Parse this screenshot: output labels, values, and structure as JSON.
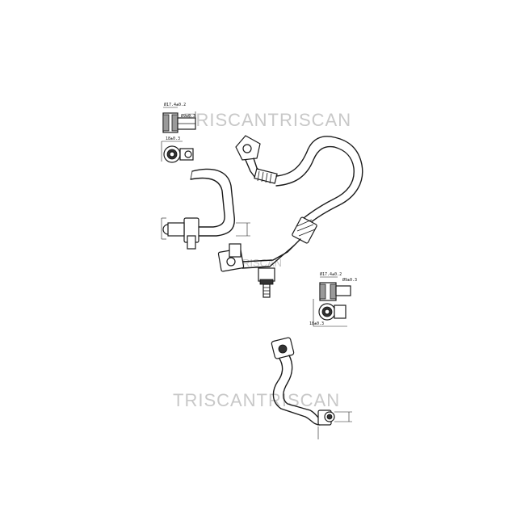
{
  "watermarks": {
    "top": "TRISCANTRISCAN",
    "middle": "TRISCAN",
    "bottom": "TRISCANTRISCAN"
  },
  "detail_top": {
    "label_a": "Ø17.4±0.2",
    "label_b": "Ø9±0.3",
    "label_c": "18±0.3"
  },
  "detail_right": {
    "label_a": "Ø17.4±0.2",
    "label_b": "Ø9±0.3",
    "label_c": "18±0.3"
  }
}
